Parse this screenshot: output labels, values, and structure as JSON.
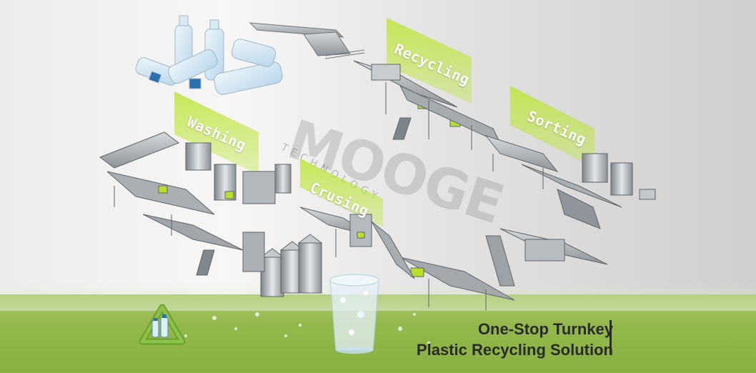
{
  "brand": {
    "watermark": "MOOGE",
    "watermark_sub": "TECHNOLOGY"
  },
  "stages": [
    {
      "label": "Recycling"
    },
    {
      "label": "Sorting"
    },
    {
      "label": "Washing"
    },
    {
      "label": "Crusing"
    }
  ],
  "tagline": {
    "line1": "One-Stop Turnkey",
    "line2": "Plastic Recycling Solution"
  },
  "colors": {
    "accent_green": "#a8d44a",
    "ground_green": "#93b84c",
    "machine_gray": "#9aa0a4",
    "machine_accent": "#b8e02a"
  },
  "icons": {
    "recycle": "recycle-icon",
    "bottles": "plastic-bottles-image",
    "flakes": "flakes-cup-image"
  }
}
